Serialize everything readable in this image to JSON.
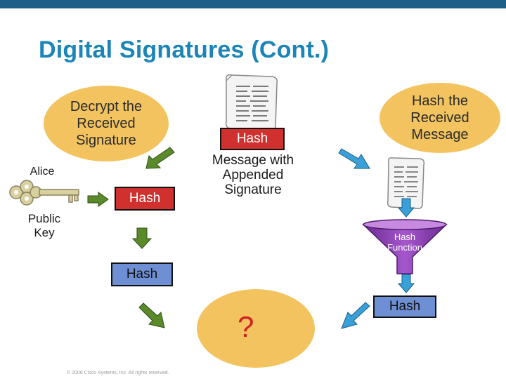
{
  "title": "Digital Signatures (Cont.)",
  "ovals": {
    "decrypt": "Decrypt the\nReceived\nSignature",
    "hash_received": "Hash the\nReceived\nMessage",
    "compare": "?"
  },
  "boxes": {
    "doc_hash": "Hash",
    "key_hash": "Hash",
    "decrypted_hash": "Hash",
    "computed_hash": "Hash"
  },
  "labels": {
    "message": "Message with\nAppended\nSignature",
    "alice": "Alice",
    "public_key": "Public\nKey",
    "hash_function": "Hash\nFunction"
  },
  "copyright": "© 2006 Cisco Systems, Inc. All rights reserved.",
  "colors": {
    "title": "#1b85b8",
    "oval": "#f2c35e",
    "red_box": "#d1312e",
    "blue_box": "#6f8fd4",
    "green_arrow": "#5a8a2a",
    "blue_arrow": "#3aa0d8",
    "funnel": "#8a3ab0"
  }
}
